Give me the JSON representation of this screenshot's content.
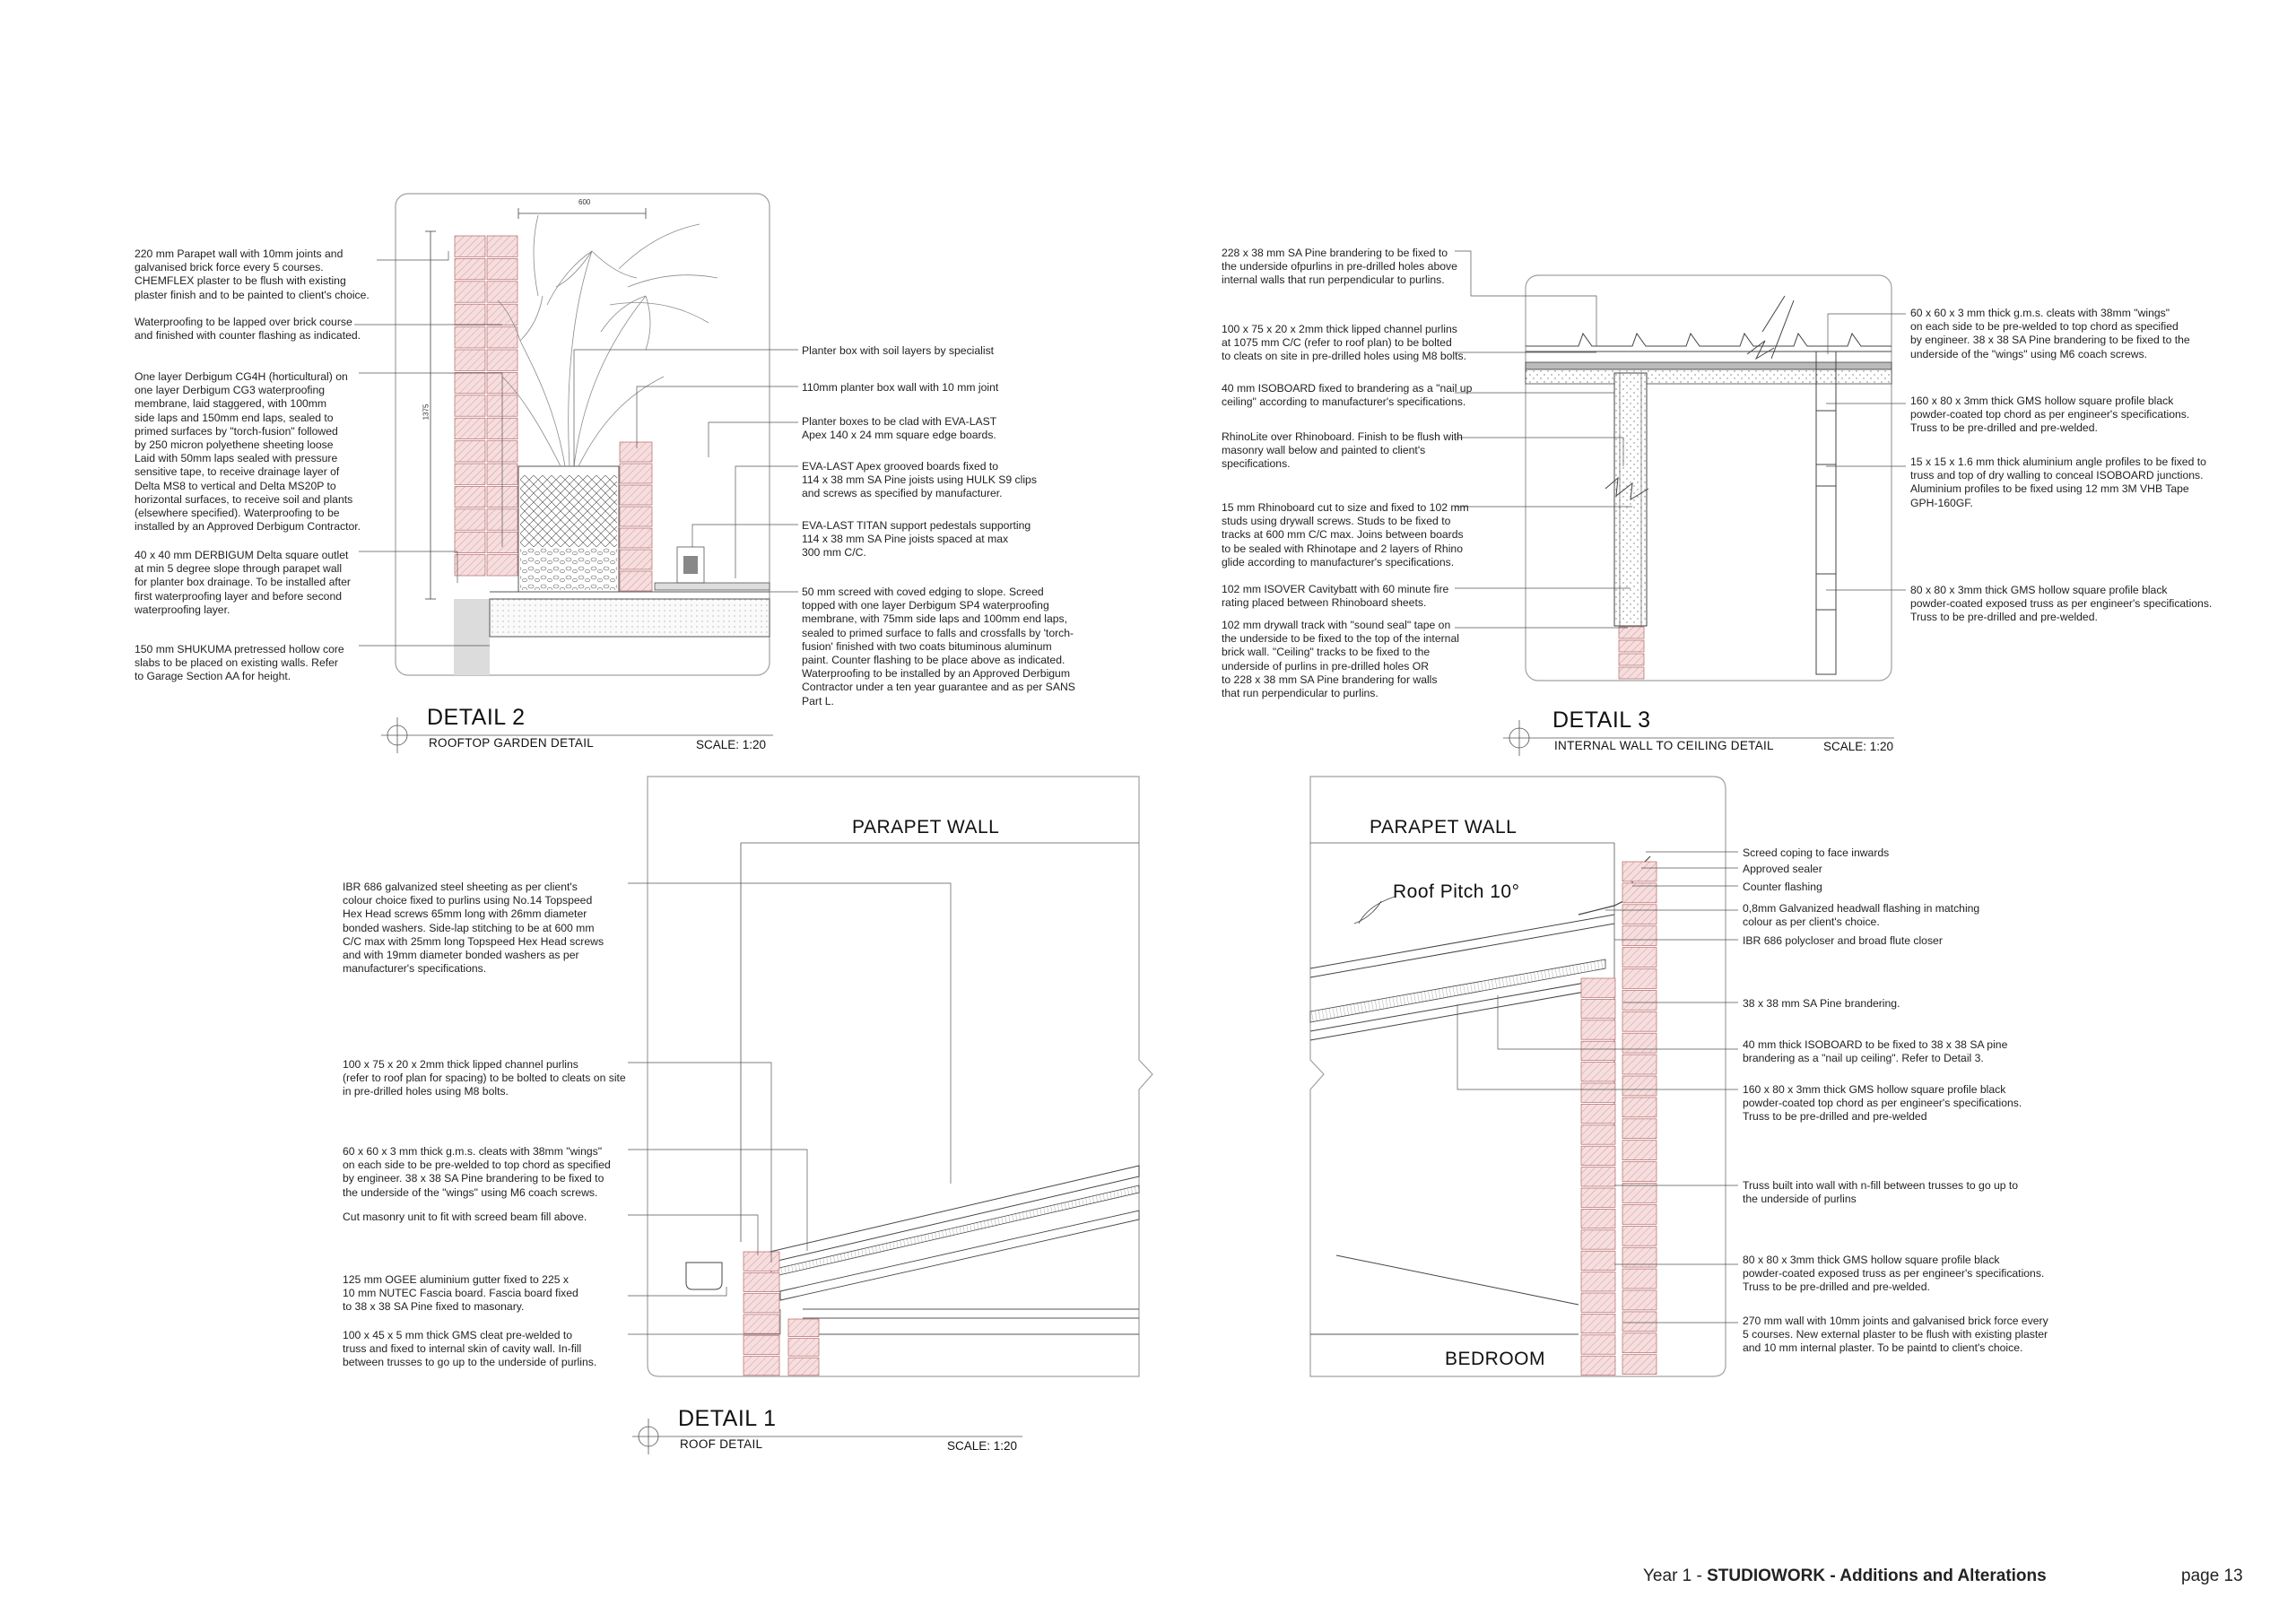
{
  "detail2": {
    "title": "DETAIL 2",
    "subtitle": "ROOFTOP GARDEN DETAIL",
    "scale": "SCALE: 1:20",
    "dim_top": "600",
    "dim_side": "1375",
    "notes_left": [
      "220 mm Parapet wall with 10mm joints and\ngalvanised brick force every 5 courses.\nCHEMFLEX plaster to be flush with existing\nplaster finish and to be painted to client's choice.",
      "Waterproofing to be lapped over brick course\nand finished with counter flashing as indicated.",
      "One layer Derbigum CG4H (horticultural) on\none layer Derbigum CG3 waterproofing\nmembrane, laid staggered, with 100mm\nside laps and 150mm end laps, sealed to\nprimed surfaces by \"torch-fusion\" followed\nby 250 micron polyethene sheeting loose\nLaid with 50mm laps sealed with pressure\nsensitive tape, to receive drainage layer of\nDelta MS8 to vertical and Delta MS20P to\nhorizontal surfaces, to receive soil and plants\n(elsewhere specified). Waterproofing to be\ninstalled by an Approved Derbigum Contractor.",
      "40 x 40 mm DERBIGUM Delta square outlet\nat min 5 degree slope through parapet wall\nfor planter box drainage. To be installed after\nfirst waterproofing layer and before second\nwaterproofing layer.",
      "150 mm SHUKUMA pretressed hollow core\nslabs to be placed on existing walls. Refer\nto Garage Section AA for height."
    ],
    "notes_right": [
      "Planter box with soil layers by specialist",
      "110mm planter box wall with 10 mm joint",
      "Planter boxes to be clad with EVA-LAST\nApex 140 x 24 mm square edge boards.",
      "EVA-LAST Apex grooved boards fixed to\n114 x 38 mm SA Pine joists using HULK S9 clips\nand screws as specified by manufacturer.",
      "EVA-LAST TITAN support pedestals supporting\n114 x 38 mm SA Pine joists spaced at max\n300 mm C/C.",
      "50 mm screed with coved edging to slope. Screed\ntopped with one layer Derbigum SP4 waterproofing\nmembrane, with 75mm side laps and 100mm end laps,\nsealed to primed surface to falls and crossfalls by 'torch-\nfusion' finished with two coats bituminous aluminum\npaint. Counter flashing to be place above as indicated.\nWaterproofing to be installed by an Approved Derbigum\nContractor under a ten year guarantee and as per SANS\nPart L."
    ]
  },
  "detail3": {
    "title": "DETAIL 3",
    "subtitle": "INTERNAL WALL TO CEILING DETAIL",
    "scale": "SCALE: 1:20",
    "notes_left": [
      "228 x 38 mm SA Pine brandering to be fixed to\nthe underside ofpurlins in pre-drilled holes above\ninternal walls that run perpendicular to purlins.",
      "100 x 75 x 20 x 2mm thick lipped channel purlins\nat 1075 mm C/C (refer to roof plan) to be bolted\nto cleats on site in pre-drilled holes using M8 bolts.",
      "40 mm ISOBOARD fixed to brandering as a \"nail up\nceiling\" according to manufacturer's specifications.",
      "RhinoLite over Rhinoboard. Finish to be flush with\nmasonry wall below and painted to client's\nspecifications.",
      "15 mm Rhinoboard cut to size and fixed to 102 mm\nstuds using drywall screws. Studs to be fixed to\ntracks at 600 mm C/C max. Joins between boards\nto be sealed with Rhinotape and 2 layers of Rhino\nglide according to manufacturer's specifications.",
      "102 mm ISOVER Cavitybatt with 60 minute fire\nrating placed between  Rhinoboard sheets.",
      "102 mm drywall track with \"sound seal\" tape on\nthe underside to be fixed to the top of the internal\nbrick wall. \"Ceiling\" tracks to be fixed to the\nunderside of purlins in pre-drilled holes OR\nto 228 x 38 mm SA Pine brandering for walls\nthat run perpendicular to purlins."
    ],
    "notes_right": [
      "60 x 60 x 3 mm thick g.m.s. cleats with 38mm \"wings\"\non each side to be pre-welded to top chord as specified\nby engineer. 38 x 38 SA Pine brandering to be fixed to the\nunderside of the \"wings\" using M6 coach screws.",
      "160 x 80 x 3mm thick GMS hollow square profile black\npowder-coated top chord as per engineer's specifications.\nTruss to be pre-drilled and pre-welded.",
      "15 x 15 x 1.6 mm thick aluminium angle profiles to be fixed to\ntruss and top of dry walling to conceal ISOBOARD junctions.\nAluminium profiles to be fixed using 12 mm 3M VHB Tape\nGPH-160GF.",
      "80 x 80 x 3mm thick GMS hollow square profile black\npowder-coated exposed truss as per engineer's specifications.\nTruss to be pre-drilled and pre-welded."
    ]
  },
  "detail1": {
    "title": "DETAIL 1",
    "subtitle": "ROOF DETAIL",
    "scale": "SCALE: 1:20",
    "parapet_left": "PARAPET WALL",
    "parapet_right": "PARAPET WALL",
    "roof_pitch": "Roof Pitch 10°",
    "bedroom": "BEDROOM",
    "notes_left": [
      "IBR 686 galvanized steel sheeting as per client's\ncolour choice fixed to purlins using No.14 Topspeed\nHex Head screws 65mm long with 26mm diameter\nbonded washers. Side-lap stitching to be at 600 mm\nC/C max with 25mm long Topspeed Hex Head screws\nand with 19mm diameter bonded washers as per\nmanufacturer's specifications.",
      "100 x 75 x 20 x 2mm thick lipped channel purlins\n(refer to roof plan for spacing) to be bolted to cleats on site\nin pre-drilled holes using M8 bolts.",
      "60 x 60 x 3 mm thick g.m.s. cleats with 38mm \"wings\"\non each side to be pre-welded to top chord as specified\nby engineer. 38 x 38 SA Pine brandering to be fixed to\nthe underside of the \"wings\" using M6 coach screws.",
      "Cut masonry unit to fit with screed beam fill above.",
      "125 mm OGEE aluminium gutter fixed to 225 x\n10 mm NUTEC Fascia board. Fascia board fixed\nto 38 x 38 SA Pine fixed to masonary.",
      "100 x 45 x 5 mm thick GMS cleat pre-welded to\ntruss and fixed to internal skin of cavity wall. In-fill\nbetween trusses to go up to the underside of purlins."
    ],
    "notes_right": [
      "Screed coping to face inwards",
      "Approved sealer",
      "Counter flashing",
      "0,8mm Galvanized headwall flashing in matching\ncolour as per client's choice.",
      "IBR 686 polycloser and broad flute closer",
      "38 x 38 mm SA Pine brandering.",
      "40 mm thick ISOBOARD to be fixed to 38 x 38 SA pine\nbrandering as a \"nail up ceiling\". Refer to Detail 3.",
      "160 x 80 x 3mm thick GMS hollow square profile black\npowder-coated top chord as per engineer's specifications.\nTruss to be pre-drilled and pre-welded",
      "Truss built into wall with n-fill between trusses to go up to\nthe underside of purlins",
      "80 x 80 x 3mm thick GMS hollow square profile black\npowder-coated exposed truss as per engineer's specifications.\nTruss to be pre-drilled and pre-welded.",
      "270 mm wall with 10mm joints and galvanised brick force every\n5 courses. New external plaster to be flush with existing plaster\nand 10 mm internal plaster. To be paintd to client's choice."
    ]
  },
  "footer": {
    "prefix": "Year 1 - ",
    "bold": "STUDIOWORK - Additions and Alterations",
    "page": "page  13"
  },
  "colors": {
    "brick": "#f3d3d3",
    "brick_line": "#b56a6a",
    "line": "#444444",
    "frame": "#9a9a9a"
  }
}
